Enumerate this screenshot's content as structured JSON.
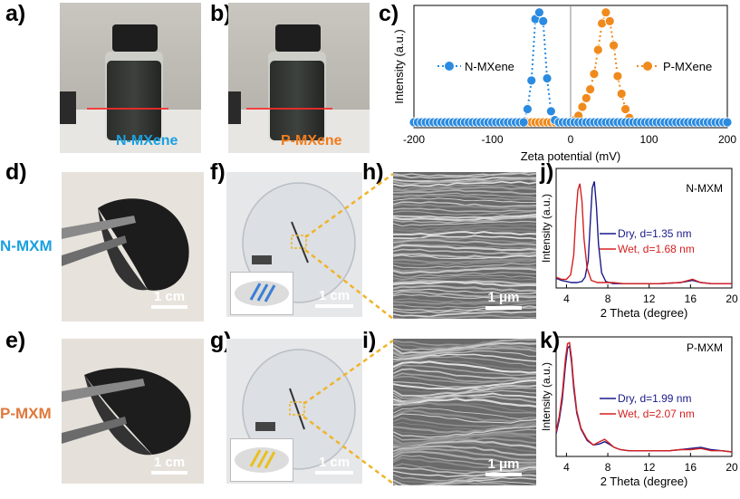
{
  "panels": {
    "a": "a)",
    "b": "b)",
    "c": "c)",
    "d": "d)",
    "e": "e)",
    "f": "f)",
    "g": "g)",
    "h": "h)",
    "i": "i)",
    "j": "j)",
    "k": "k)"
  },
  "photos": {
    "a_caption": "N-MXene",
    "b_caption": "P-MXene",
    "row_label_top": "N-MXM",
    "row_label_bottom": "P-MXM",
    "scale_1cm": "1 cm",
    "scale_1um": "1 μm"
  },
  "colors": {
    "n_series": "#2a8be0",
    "p_series": "#f08a1c",
    "dry": "#1a1a8a",
    "wet": "#d42020",
    "n_caption": "#1aa0e0",
    "p_caption": "#f07c1e",
    "inset_lines_n": "#3b7fd4",
    "inset_lines_p": "#e8c020"
  },
  "chart_data": [
    {
      "id": "c",
      "type": "scatter",
      "xlabel": "Zeta potential (mV)",
      "ylabel": "Intensity (a.u.)",
      "xlim": [
        -200,
        200
      ],
      "ylim": [
        0,
        1.08
      ],
      "xticks": [
        -200,
        -100,
        0,
        100,
        200
      ],
      "vline": 0,
      "series": [
        {
          "name": "N-MXene",
          "x": [
            -200,
            -195,
            -190,
            -185,
            -180,
            -175,
            -170,
            -165,
            -160,
            -155,
            -150,
            -145,
            -140,
            -135,
            -130,
            -125,
            -120,
            -115,
            -110,
            -105,
            -100,
            -95,
            -90,
            -85,
            -80,
            -75,
            -70,
            -65,
            -60,
            -55,
            -50,
            -45,
            -40,
            -35,
            -30,
            -25,
            -20,
            -15,
            -10,
            -5,
            0,
            5,
            10,
            15,
            20,
            25,
            30,
            35,
            40,
            45,
            50,
            55,
            60,
            65,
            70,
            75,
            80,
            85,
            90,
            95,
            100,
            105,
            110,
            115,
            120,
            125,
            130,
            135,
            140,
            145,
            150,
            155,
            160,
            165,
            170,
            175,
            180,
            185,
            190,
            195,
            200
          ],
          "y": [
            0,
            0,
            0,
            0,
            0,
            0,
            0,
            0,
            0,
            0,
            0,
            0,
            0,
            0,
            0,
            0,
            0,
            0,
            0,
            0,
            0,
            0,
            0,
            0,
            0,
            0,
            0,
            0,
            0,
            0.12,
            0.38,
            0.94,
            1.0,
            0.92,
            0.4,
            0.1,
            0.02,
            0,
            0,
            0,
            0,
            0,
            0,
            0,
            0,
            0,
            0,
            0,
            0,
            0,
            0,
            0,
            0,
            0,
            0,
            0,
            0,
            0,
            0,
            0,
            0,
            0,
            0,
            0,
            0,
            0,
            0,
            0,
            0,
            0,
            0,
            0,
            0,
            0,
            0,
            0,
            0,
            0,
            0,
            0,
            0
          ]
        },
        {
          "name": "P-MXene",
          "x": [
            -200,
            -195,
            -190,
            -185,
            -180,
            -175,
            -170,
            -165,
            -160,
            -155,
            -150,
            -145,
            -140,
            -135,
            -130,
            -125,
            -120,
            -115,
            -110,
            -105,
            -100,
            -95,
            -90,
            -85,
            -80,
            -75,
            -70,
            -65,
            -60,
            -55,
            -50,
            -45,
            -40,
            -35,
            -30,
            -25,
            -20,
            -15,
            -10,
            -5,
            0,
            5,
            10,
            15,
            20,
            25,
            30,
            35,
            40,
            45,
            50,
            55,
            60,
            65,
            70,
            75,
            80,
            85,
            90,
            95,
            100,
            105,
            110,
            115,
            120,
            125,
            130,
            135,
            140,
            145,
            150,
            155,
            160,
            165,
            170,
            175,
            180,
            185,
            190,
            195,
            200
          ],
          "y": [
            0,
            0,
            0,
            0,
            0,
            0,
            0,
            0,
            0,
            0,
            0,
            0,
            0,
            0,
            0,
            0,
            0,
            0,
            0,
            0,
            0,
            0,
            0,
            0,
            0,
            0,
            0,
            0,
            0,
            0,
            0,
            0,
            0,
            0,
            0,
            0,
            0,
            0,
            0,
            0,
            0,
            0.02,
            0.06,
            0.14,
            0.22,
            0.3,
            0.44,
            0.66,
            0.9,
            1.0,
            0.92,
            0.7,
            0.42,
            0.26,
            0.12,
            0.04,
            0,
            0,
            0,
            0,
            0,
            0,
            0,
            0,
            0,
            0,
            0,
            0,
            0,
            0,
            0,
            0,
            0,
            0,
            0,
            0,
            0,
            0,
            0,
            0,
            0
          ]
        }
      ]
    },
    {
      "id": "j",
      "type": "line",
      "annotation": "N-MXM",
      "xlabel": "2 Theta (degree)",
      "ylabel": "Intensity (a.u.)",
      "xlim": [
        3,
        20
      ],
      "ylim": [
        0,
        1.1
      ],
      "xticks": [
        4,
        8,
        12,
        16,
        20
      ],
      "series": [
        {
          "name": "Dry, d=1.35 nm",
          "x": [
            3,
            3.5,
            4,
            4.5,
            5,
            5.5,
            5.8,
            6.1,
            6.3,
            6.5,
            6.7,
            6.9,
            7.1,
            7.4,
            7.8,
            8.5,
            9.5,
            11,
            13,
            15,
            16.2,
            17,
            18,
            19,
            20
          ],
          "y": [
            0.09,
            0.07,
            0.06,
            0.05,
            0.05,
            0.06,
            0.1,
            0.25,
            0.6,
            0.92,
            0.98,
            0.75,
            0.4,
            0.14,
            0.06,
            0.04,
            0.04,
            0.04,
            0.04,
            0.05,
            0.07,
            0.05,
            0.04,
            0.04,
            0.04
          ]
        },
        {
          "name": "Wet, d=1.68 nm",
          "x": [
            3,
            3.5,
            4,
            4.4,
            4.7,
            4.9,
            5.1,
            5.3,
            5.5,
            5.7,
            6,
            6.4,
            7,
            7.5,
            8.5,
            9.5,
            11,
            13,
            15,
            16.2,
            17,
            18,
            19,
            20
          ],
          "y": [
            0.1,
            0.08,
            0.08,
            0.12,
            0.3,
            0.65,
            0.9,
            0.96,
            0.8,
            0.45,
            0.18,
            0.07,
            0.05,
            0.05,
            0.05,
            0.04,
            0.04,
            0.04,
            0.05,
            0.08,
            0.05,
            0.04,
            0.04,
            0.04
          ]
        }
      ]
    },
    {
      "id": "k",
      "type": "line",
      "annotation": "P-MXM",
      "xlabel": "2 Theta (degree)",
      "ylabel": "Intensity (a.u.)",
      "xlim": [
        3,
        20
      ],
      "ylim": [
        0,
        1.05
      ],
      "xticks": [
        4,
        8,
        12,
        16,
        20
      ],
      "series": [
        {
          "name": "Dry, d=1.99 nm",
          "x": [
            3,
            3.3,
            3.6,
            3.9,
            4.1,
            4.3,
            4.5,
            4.7,
            5,
            5.4,
            6,
            6.6,
            7.2,
            7.7,
            8.1,
            8.6,
            9.2,
            10,
            11,
            12,
            13,
            14,
            15,
            16,
            17,
            18,
            19,
            20
          ],
          "y": [
            0.2,
            0.32,
            0.5,
            0.8,
            0.95,
            0.97,
            0.82,
            0.6,
            0.38,
            0.24,
            0.14,
            0.1,
            0.11,
            0.13,
            0.11,
            0.08,
            0.06,
            0.05,
            0.05,
            0.05,
            0.05,
            0.05,
            0.06,
            0.07,
            0.08,
            0.06,
            0.05,
            0.04
          ]
        },
        {
          "name": "Wet, d=2.07 nm",
          "x": [
            3,
            3.3,
            3.6,
            3.9,
            4.1,
            4.3,
            4.5,
            4.7,
            5,
            5.4,
            6,
            6.6,
            7.2,
            7.7,
            8.1,
            8.6,
            9.2,
            10,
            11,
            12,
            13,
            14,
            15,
            16,
            17,
            18,
            19,
            20
          ],
          "y": [
            0.22,
            0.35,
            0.55,
            0.86,
            0.99,
            1.0,
            0.86,
            0.64,
            0.4,
            0.25,
            0.15,
            0.1,
            0.13,
            0.15,
            0.12,
            0.08,
            0.06,
            0.05,
            0.05,
            0.05,
            0.05,
            0.05,
            0.06,
            0.06,
            0.07,
            0.05,
            0.05,
            0.04
          ]
        }
      ]
    }
  ]
}
